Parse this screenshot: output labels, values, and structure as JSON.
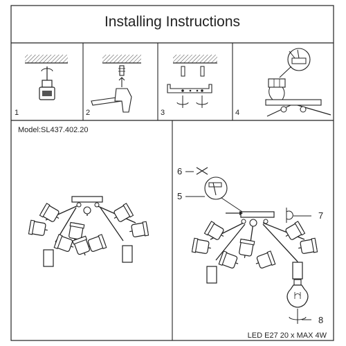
{
  "header": {
    "title": "Installing Instructions"
  },
  "steps": [
    {
      "number": "1"
    },
    {
      "number": "2"
    },
    {
      "number": "3"
    },
    {
      "number": "4"
    }
  ],
  "model": {
    "label": "Model:SL437.402.20"
  },
  "callouts": [
    {
      "number": "5"
    },
    {
      "number": "6"
    },
    {
      "number": "7"
    },
    {
      "number": "8"
    }
  ],
  "spec": {
    "text": "LED E27 20 x MAX 4W"
  }
}
